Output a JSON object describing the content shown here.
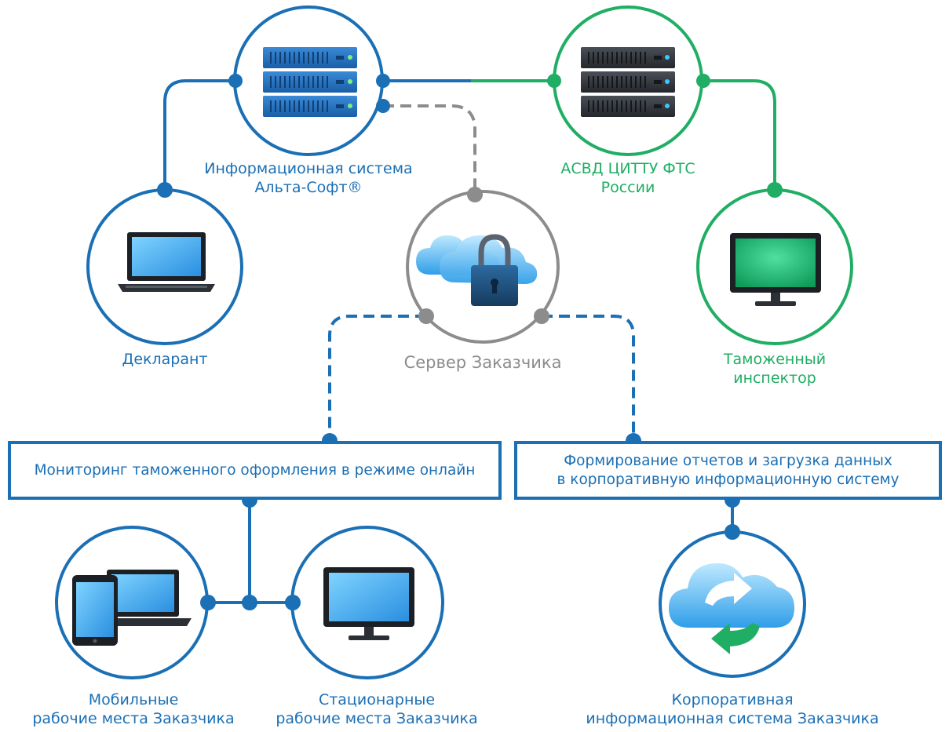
{
  "colors": {
    "blue": "#1a6fb5",
    "green": "#1fae63",
    "gray": "#8c8c8c"
  },
  "nodes": {
    "altasoft": {
      "line1": "Информационная система",
      "line2": "Альта-Софт®"
    },
    "asvd": {
      "line1": "АСВД ЦИТТУ ФТС",
      "line2": "России"
    },
    "declarant": {
      "label": "Декларант"
    },
    "server": {
      "label": "Сервер Заказчика"
    },
    "inspector": {
      "line1": "Таможенный",
      "line2": "инспектор"
    },
    "mobile": {
      "line1": "Мобильные",
      "line2": "рабочие места Заказчика"
    },
    "stationary": {
      "line1": "Стационарные",
      "line2": "рабочие места Заказчика"
    },
    "corporate": {
      "line1": "Корпоративная",
      "line2": "информационная система Заказчика"
    }
  },
  "boxes": {
    "monitoring": {
      "label": "Мониторинг таможенного оформления в режиме онлайн"
    },
    "reports": {
      "line1": "Формирование отчетов и загрузка данных",
      "line2": "в корпоративную информационную систему"
    }
  },
  "icons": {
    "altasoft": "server-rack-icon",
    "asvd": "server-rack-icon",
    "declarant": "laptop-icon",
    "server": "cloud-lock-icon",
    "inspector": "monitor-icon",
    "mobile": "tablet-laptop-icon",
    "stationary": "monitor-icon",
    "corporate": "cloud-sync-icon"
  }
}
